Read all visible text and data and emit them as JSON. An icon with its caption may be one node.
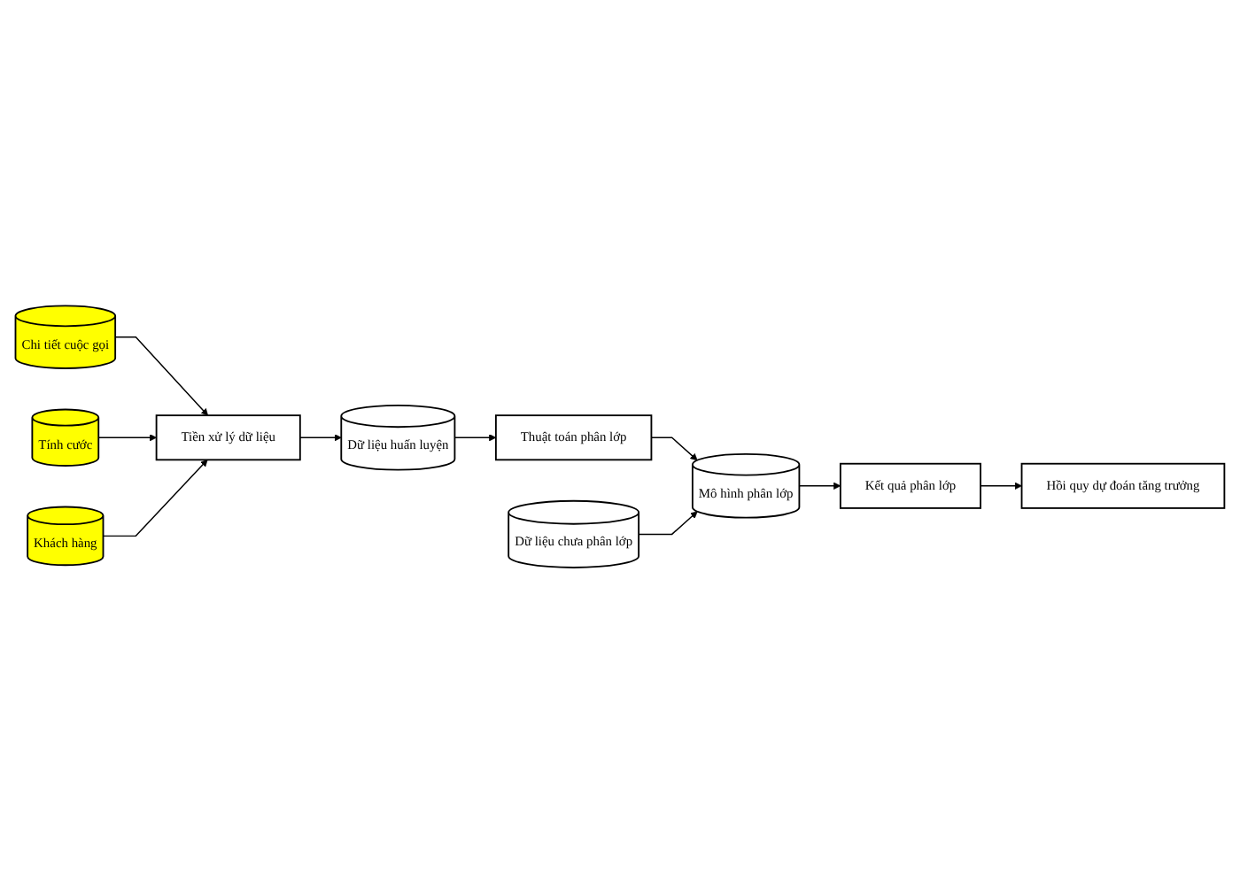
{
  "diagram": {
    "nodes": [
      {
        "text": [
          "Chi tiết cuộc gọi"
        ]
      },
      {
        "text": [
          "Tính cước"
        ]
      },
      {
        "text": [
          "Khách hàng"
        ]
      },
      {
        "text": [
          "Tiền xử lý dữ liệu"
        ]
      },
      {
        "text": [
          "Dữ liệu huấn luyện"
        ]
      },
      {
        "text": [
          "Thuật toán phân lớp"
        ]
      },
      {
        "text": [
          "Mô hình phân lớp"
        ]
      },
      {
        "text": [
          "Dữ liệu chưa phân lớp"
        ]
      },
      {
        "text": [
          "Kết quả phân lớp"
        ]
      },
      {
        "text": [
          "Hồi quy dự đoán tăng trưởng"
        ]
      }
    ],
    "edges": [
      {
        "from": 0,
        "to": 3,
        "arrow": "to"
      },
      {
        "from": 1,
        "to": 3,
        "arrow": "to"
      },
      {
        "from": 2,
        "to": 3,
        "arrow": "to"
      },
      {
        "from": 3,
        "to": 4,
        "arrow": "to"
      },
      {
        "from": 4,
        "to": 5,
        "arrow": "to"
      },
      {
        "from": 5,
        "to": 6,
        "arrow": "to"
      },
      {
        "from": 7,
        "to": 6,
        "arrow": "to"
      },
      {
        "from": 6,
        "to": 8,
        "arrow": "to"
      },
      {
        "from": 8,
        "to": 9,
        "arrow": "to"
      }
    ]
  }
}
